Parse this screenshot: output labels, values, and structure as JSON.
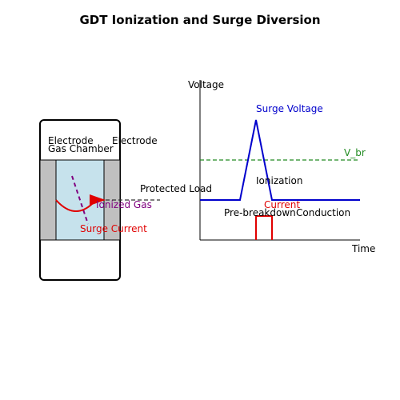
{
  "title": "GDT Ionization and Surge Diversion",
  "device": {
    "electrode_left_label": "Electrode",
    "electrode_right_label": "Electrode",
    "gas_chamber_label": "Gas Chamber",
    "ionized_gas_label": "Ionized Gas",
    "surge_current_label": "Surge Current",
    "protected_load_label": "Protected Load"
  },
  "graph": {
    "y_axis_label": "Voltage",
    "x_axis_label": "Time",
    "surge_voltage_label": "Surge Voltage",
    "vbr_label": "V_br",
    "ionization_label": "Ionization",
    "current_label": "Current",
    "pre_breakdown_label": "Pre-breakdown",
    "conduction_label": "Conduction"
  },
  "colors": {
    "electrode": "#c0c0c0",
    "gas": "#c6e2ec",
    "voltage_line": "#0000cc",
    "vbr_line": "#228b22",
    "current": "#e00000",
    "ionized_path": "#800080",
    "surge_voltage_text": "#0000cc",
    "vbr_text": "#228b22",
    "current_text": "#e00000",
    "ionized_text": "#800080"
  }
}
